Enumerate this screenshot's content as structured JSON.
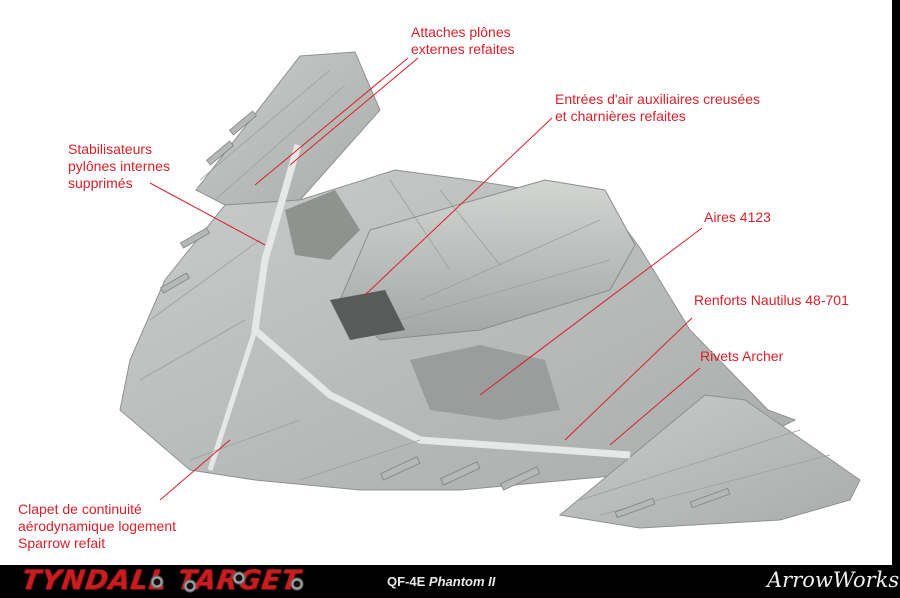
{
  "callouts": {
    "attaches": [
      "Attaches plônes",
      "externes refaites"
    ],
    "entrees": [
      "Entrées d'air auxiliaires creusées",
      "et charnières refaites"
    ],
    "stabilisateurs": [
      "Stabilisateurs",
      "pylônes internes",
      "supprimés"
    ],
    "aires": [
      "Aires 4123"
    ],
    "renforts": [
      "Renforts Nautilus 48-701"
    ],
    "rivets": [
      "Rivets Archer"
    ],
    "clapet": [
      "Clapet de continuité",
      "aérodynamique logement",
      "Sparrow refait"
    ]
  },
  "footer": {
    "left_logo": "TYNDALL TARGET",
    "model_prefix": "QF-4E",
    "model_name": "Phantom II",
    "right_logo": "ArrowWorks"
  },
  "colors": {
    "callout": "#d8202a",
    "footer_bg": "#000000",
    "logo_red": "#c71d20"
  }
}
